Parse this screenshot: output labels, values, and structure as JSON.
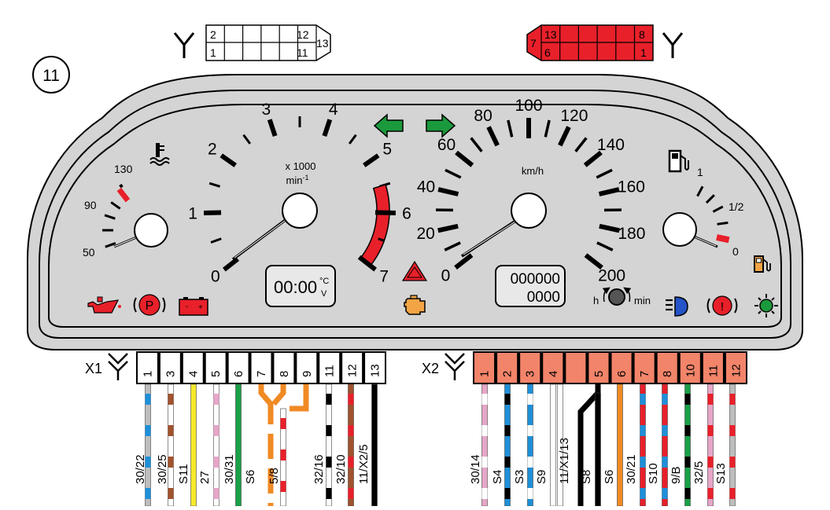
{
  "diagram_number": "11",
  "connectors": {
    "top_left": {
      "pins_top_left": "2",
      "pins_top_right": "12",
      "pins_bottom_left": "1",
      "pins_bottom_right": "11",
      "side": "13"
    },
    "top_right": {
      "side": "7",
      "pins_top_left": "13",
      "pins_top_right": "8",
      "pins_bottom_left": "6",
      "pins_bottom_right": "1"
    },
    "x1": {
      "label": "X1",
      "pins": [
        "1",
        "3",
        "4",
        "5",
        "6",
        "7",
        "8",
        "9",
        "11",
        "12",
        "13"
      ]
    },
    "x2": {
      "label": "X2",
      "pins": [
        "1",
        "2",
        "3",
        "4",
        "",
        "5",
        "6",
        "7",
        "8",
        "10",
        "11",
        "12"
      ]
    }
  },
  "tachometer": {
    "scale": [
      "0",
      "1",
      "2",
      "3",
      "4",
      "5",
      "6",
      "7"
    ],
    "unit_line1": "x 1000",
    "unit_line2": "min",
    "unit_sup": "-1"
  },
  "speedometer": {
    "scale": [
      "0",
      "20",
      "40",
      "60",
      "80",
      "100",
      "120",
      "140",
      "160",
      "180",
      "200"
    ],
    "unit": "km/h"
  },
  "temp_gauge": {
    "scale": [
      "50",
      "90",
      "130"
    ]
  },
  "fuel_gauge": {
    "scale": [
      "0",
      "1/2",
      "1"
    ]
  },
  "clock_display": {
    "time": "00:00",
    "unit_top": "°C",
    "unit_bottom": "V"
  },
  "odometer": {
    "total": "000000",
    "trip": "0000"
  },
  "reset_knob": {
    "left": "h",
    "right": "min"
  },
  "x1_wires": [
    "30/22",
    "30/25",
    "S11",
    "27",
    "30/31",
    "S6",
    "5/8",
    "32/16",
    "32/10",
    "11/X2/5"
  ],
  "x2_wires": [
    "30/14",
    "S4",
    "S3",
    "S9",
    "11/X1/13",
    "S8",
    "S6",
    "30/21",
    "S10",
    "9/B",
    "32/5",
    "S13"
  ],
  "colors": {
    "cluster_fill": "#d4d4d4",
    "redline": "#e8202a",
    "arrow_green": "#1a9a3c",
    "x2_pin_fill": "#f2846a",
    "connector_red": "#e8202a"
  },
  "icons": [
    "coolant-temp-icon",
    "fuel-pump-icon",
    "oil-pressure-icon",
    "parking-brake-icon",
    "battery-icon",
    "check-engine-icon",
    "hazard-icon",
    "high-beam-icon",
    "brake-warning-icon",
    "light-indicator-icon",
    "turn-left-arrow-icon",
    "turn-right-arrow-icon"
  ]
}
